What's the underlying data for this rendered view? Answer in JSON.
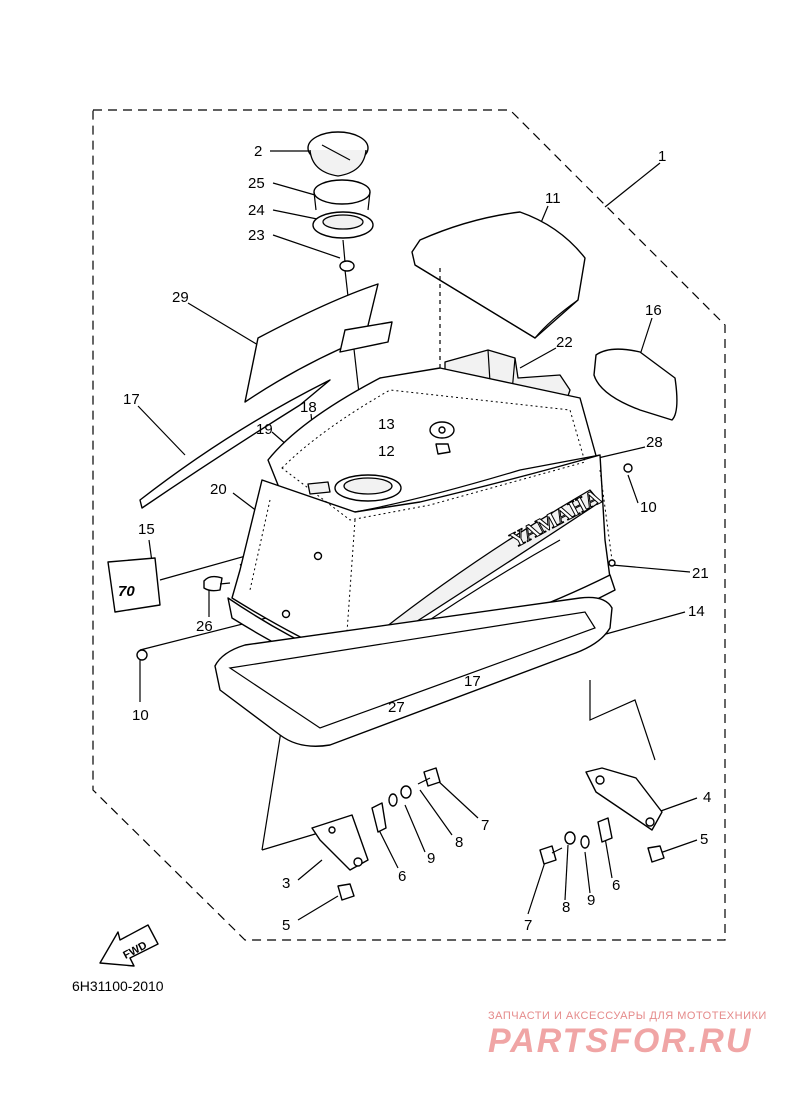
{
  "diagram": {
    "callouts": [
      {
        "id": "1",
        "text": "1"
      },
      {
        "id": "2",
        "text": "2"
      },
      {
        "id": "25",
        "text": "25"
      },
      {
        "id": "24",
        "text": "24"
      },
      {
        "id": "23",
        "text": "23"
      },
      {
        "id": "11",
        "text": "11"
      },
      {
        "id": "29",
        "text": "29"
      },
      {
        "id": "16",
        "text": "16"
      },
      {
        "id": "22",
        "text": "22"
      },
      {
        "id": "17a",
        "text": "17"
      },
      {
        "id": "18",
        "text": "18"
      },
      {
        "id": "13",
        "text": "13"
      },
      {
        "id": "19",
        "text": "19"
      },
      {
        "id": "12",
        "text": "12"
      },
      {
        "id": "28",
        "text": "28"
      },
      {
        "id": "20",
        "text": "20"
      },
      {
        "id": "10a",
        "text": "10"
      },
      {
        "id": "15",
        "text": "15"
      },
      {
        "id": "21",
        "text": "21"
      },
      {
        "id": "26",
        "text": "26"
      },
      {
        "id": "14",
        "text": "14"
      },
      {
        "id": "17b",
        "text": "17"
      },
      {
        "id": "10b",
        "text": "10"
      },
      {
        "id": "27",
        "text": "27"
      },
      {
        "id": "4",
        "text": "4"
      },
      {
        "id": "7a",
        "text": "7"
      },
      {
        "id": "8a",
        "text": "8"
      },
      {
        "id": "9a",
        "text": "9"
      },
      {
        "id": "5a",
        "text": "5"
      },
      {
        "id": "6a",
        "text": "6"
      },
      {
        "id": "3",
        "text": "3"
      },
      {
        "id": "6b",
        "text": "6"
      },
      {
        "id": "7b",
        "text": "7"
      },
      {
        "id": "8b",
        "text": "8"
      },
      {
        "id": "9b",
        "text": "9"
      },
      {
        "id": "5b",
        "text": "5"
      }
    ],
    "cowling_brand": "YAMAHA",
    "decal_model": "70",
    "fwd_label": "FWD",
    "part_code": "6H31100-2010"
  },
  "watermark": {
    "caption": "ЗАПЧАСТИ И АКСЕССУАРЫ ДЛЯ МОТОТЕХНИКИ",
    "logo_text": "PARTSFOR.RU"
  }
}
